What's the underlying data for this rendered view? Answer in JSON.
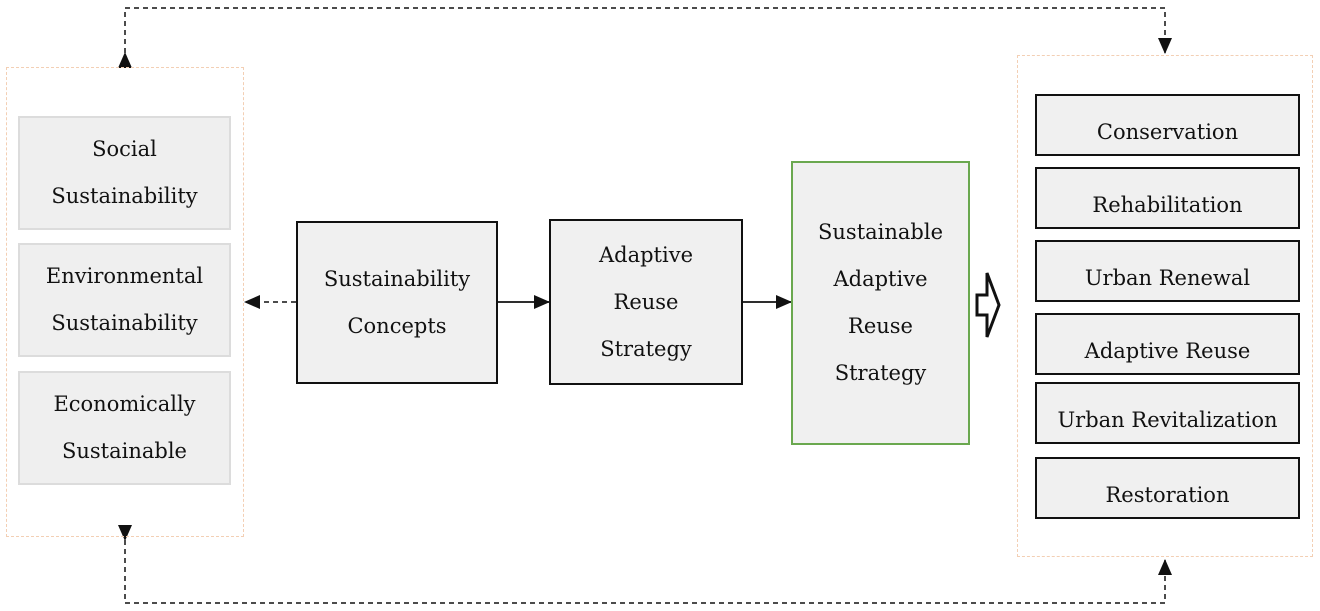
{
  "left_group": {
    "items": [
      {
        "label": "Social\nSustainability"
      },
      {
        "label": "Environmental\nSustainability"
      },
      {
        "label": "Economically\nSustainable"
      }
    ]
  },
  "center": {
    "concepts": "Sustainability\nConcepts",
    "strategy": "Adaptive\nReuse\nStrategy",
    "sustainable_strategy": "Sustainable\nAdaptive\nReuse\nStrategy"
  },
  "right_group": {
    "items": [
      {
        "label": "Conservation"
      },
      {
        "label": "Rehabilitation"
      },
      {
        "label": "Urban Renewal"
      },
      {
        "label": "Adaptive Reuse"
      },
      {
        "label": "Urban Revitalization"
      },
      {
        "label": "Restoration"
      }
    ]
  },
  "colors": {
    "frame_dashed": "#f3cfb4",
    "box_fill": "#f0f0f0",
    "highlight_border": "#6aa84f",
    "line": "#111111"
  }
}
